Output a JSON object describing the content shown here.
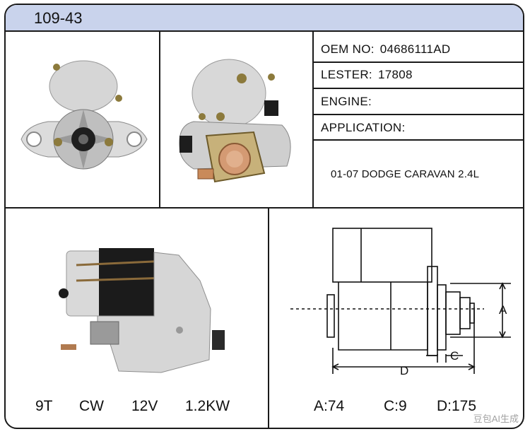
{
  "header": {
    "title": "109-43"
  },
  "info": {
    "oem_label": "OEM NO:",
    "oem_value": "04686111AD",
    "lester_label": "LESTER:",
    "lester_value": "17808",
    "engine_label": "ENGINE:",
    "engine_value": "",
    "application_label": "APPLICATION:",
    "application_value": "01-07 DODGE CARAVAN 2.4L"
  },
  "specs": {
    "teeth": "9T",
    "rotation": "CW",
    "voltage": "12V",
    "power": "1.2KW"
  },
  "dimensions": {
    "a_label": "A",
    "c_label": "C",
    "d_label": "D",
    "a_value": "A:74",
    "c_value": "C:9",
    "d_value": "D:175"
  },
  "watermark": "豆包AI生成",
  "colors": {
    "header_bg": "#c9d3ec",
    "border": "#1a1a1a",
    "housing": "#d8d8d8",
    "dark_body": "#1b1b1b",
    "copper": "#c98a5a"
  }
}
